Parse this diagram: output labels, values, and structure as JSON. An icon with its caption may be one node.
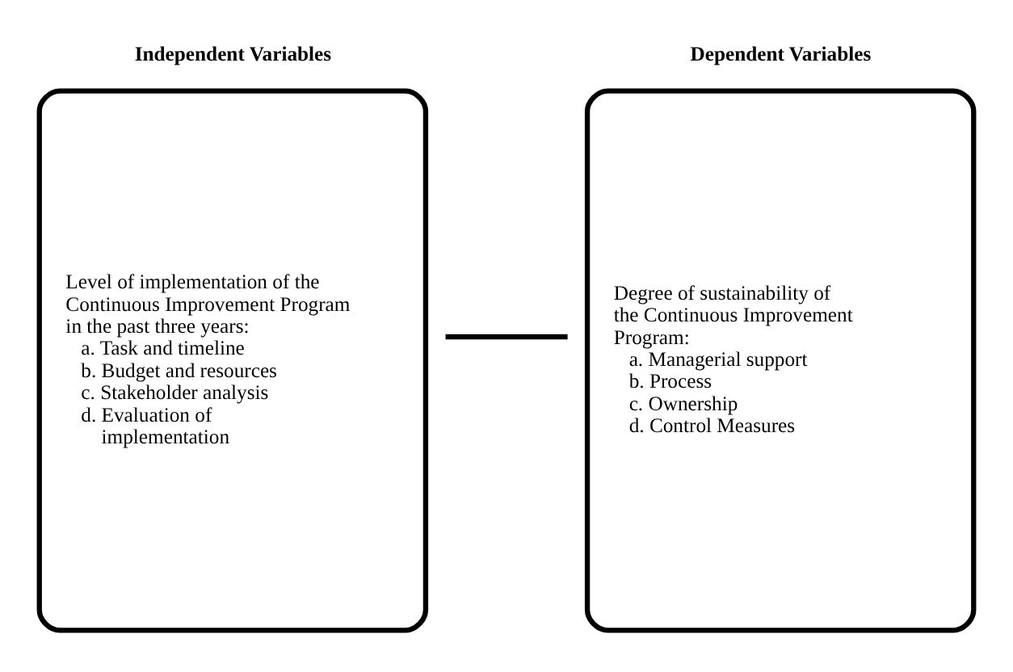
{
  "diagram": {
    "nodes": [
      {
        "text": [
          "Independent Variables",
          "Level of implementation of the Continuous Improvement Program in the past three years:",
          "a. Task and timeline",
          "b. Budget and resources",
          "c. Stakeholder analysis",
          "d. Evaluation of implementation"
        ]
      },
      {
        "text": [
          "Dependent Variables",
          "Degree of sustainability of the Continuous Improvement Program:",
          "a. Managerial support",
          "b. Process",
          "c. Ownership",
          "d. Control Measures"
        ]
      }
    ],
    "edges": [
      {
        "from": 0,
        "to": 1,
        "arrow": "none"
      }
    ]
  }
}
